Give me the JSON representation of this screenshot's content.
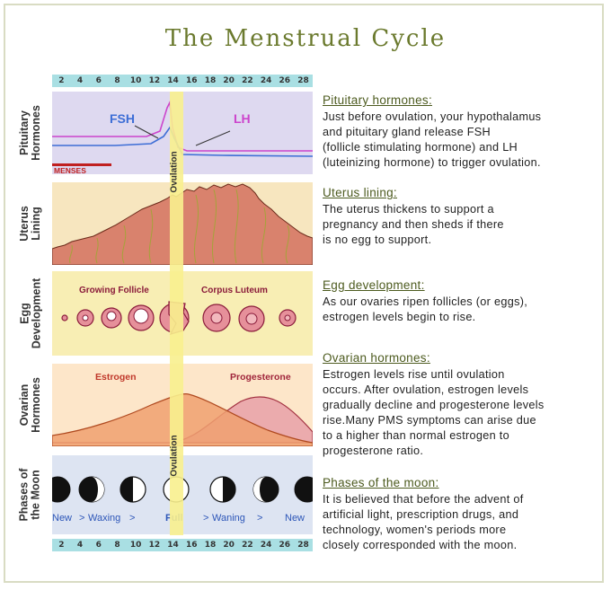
{
  "title": "The Menstrual Cycle",
  "day_ticks": [
    "2",
    "4",
    "6",
    "8",
    "10",
    "12",
    "14",
    "16",
    "18",
    "20",
    "22",
    "24",
    "26",
    "28"
  ],
  "rows": {
    "pituitary": "Pituitary Hormones",
    "uterus": "Uterus Lining",
    "egg": "Egg Development",
    "ovarian": "Ovarian Hormones",
    "moon": "Phases of the Moon"
  },
  "chart": {
    "fsh_label": "FSH",
    "lh_label": "LH",
    "menses_label": "MENSES",
    "ovulation_label": "Ovulation",
    "growing_follicle_label": "Growing Follicle",
    "corpus_luteum_label": "Corpus Luteum",
    "estrogen_label": "Estrogen",
    "progesterone_label": "Progesterone",
    "moon_phases": [
      "New",
      ">",
      "Waxing",
      ">",
      "Full",
      ">",
      "Waning",
      ">",
      "New"
    ]
  },
  "colors": {
    "title": "#6b7a2e",
    "heading": "#4d5b1f",
    "day_bar": "#a9dfe3",
    "fsh": "#3d6ed6",
    "lh": "#cc44cc",
    "menses": "#c02020",
    "ovulation_band": "#f8f08e",
    "estrogen_fill": "#f0a070",
    "progesterone_fill": "#e8a0a8"
  },
  "descriptions": [
    {
      "heading": "Pituitary hormones:",
      "lines": [
        "Just before ovulation, your hypothalamus",
        "and pituitary gland release FSH",
        "(follicle stimulating hormone) and LH",
        "(luteinizing hormone) to trigger ovulation."
      ]
    },
    {
      "heading": "Uterus lining:",
      "lines": [
        "The uterus thickens to support a",
        "pregnancy and then sheds if there",
        "is no egg to support."
      ]
    },
    {
      "heading": "Egg development:",
      "lines": [
        "As our ovaries ripen follicles (or eggs),",
        "estrogen levels begin to rise."
      ]
    },
    {
      "heading": "Ovarian hormones:",
      "lines": [
        "Estrogen levels rise until ovulation",
        "occurs. After ovulation, estrogen levels",
        "gradually decline and progesterone levels",
        "rise.Many PMS symptoms can arise due",
        "to a higher than normal estrogen to",
        "progesterone ratio."
      ]
    },
    {
      "heading": "Phases of the moon:",
      "lines": [
        "It is believed that before the advent of",
        "artificial light, prescription drugs, and",
        "technology, women's periods more",
        "closely corresponded with the moon."
      ]
    }
  ]
}
